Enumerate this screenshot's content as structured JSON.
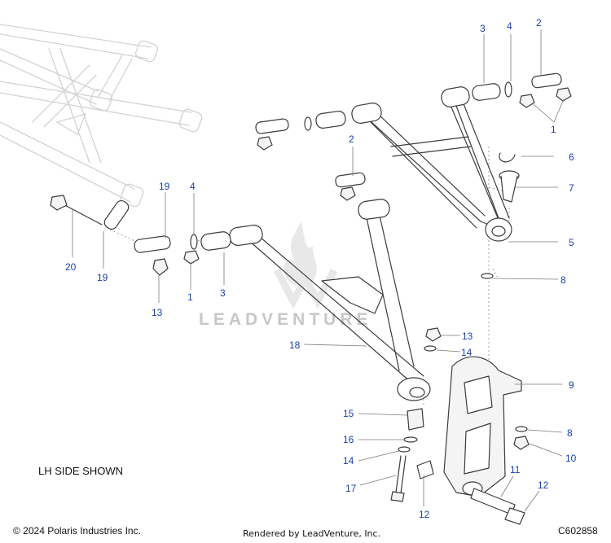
{
  "diagram": {
    "title": "",
    "callouts": [
      {
        "id": "c3-top",
        "number": "3"
      },
      {
        "id": "c4-top",
        "number": "4"
      },
      {
        "id": "c2-top-right",
        "number": "2"
      },
      {
        "id": "c1-top-right",
        "number": "1"
      },
      {
        "id": "c2-mid",
        "number": "2"
      },
      {
        "id": "c6",
        "number": "6"
      },
      {
        "id": "c7",
        "number": "7"
      },
      {
        "id": "c5",
        "number": "5"
      },
      {
        "id": "c8-upper",
        "number": "8"
      },
      {
        "id": "c19-top",
        "number": "19"
      },
      {
        "id": "c4-left",
        "number": "4"
      },
      {
        "id": "c20",
        "number": "20"
      },
      {
        "id": "c19-bottom",
        "number": "19"
      },
      {
        "id": "c13-left",
        "number": "13"
      },
      {
        "id": "c1-left",
        "number": "1"
      },
      {
        "id": "c3-left",
        "number": "3"
      },
      {
        "id": "c18",
        "number": "18"
      },
      {
        "id": "c13-right",
        "number": "13"
      },
      {
        "id": "c14-upper",
        "number": "14"
      },
      {
        "id": "c9",
        "number": "9"
      },
      {
        "id": "c15",
        "number": "15"
      },
      {
        "id": "c8-lower",
        "number": "8"
      },
      {
        "id": "c16",
        "number": "16"
      },
      {
        "id": "c10",
        "number": "10"
      },
      {
        "id": "c14-lower",
        "number": "14"
      },
      {
        "id": "c11",
        "number": "11"
      },
      {
        "id": "c17",
        "number": "17"
      },
      {
        "id": "c12-bottom",
        "number": "12"
      },
      {
        "id": "c12-right",
        "number": "12"
      }
    ]
  },
  "side_note": "LH SIDE SHOWN",
  "copyright": "© 2024 Polaris Industries Inc.",
  "rendered_by": "Rendered by LeadVenture, Inc.",
  "diagram_code": "C602858",
  "watermark": {
    "text": "LEADVENTURE"
  },
  "colors": {
    "callout": "#1a3fa8",
    "leader": "#7a7a7a",
    "ghost_frame": "#d3d3d3",
    "part_stroke": "#3c3c3c"
  }
}
